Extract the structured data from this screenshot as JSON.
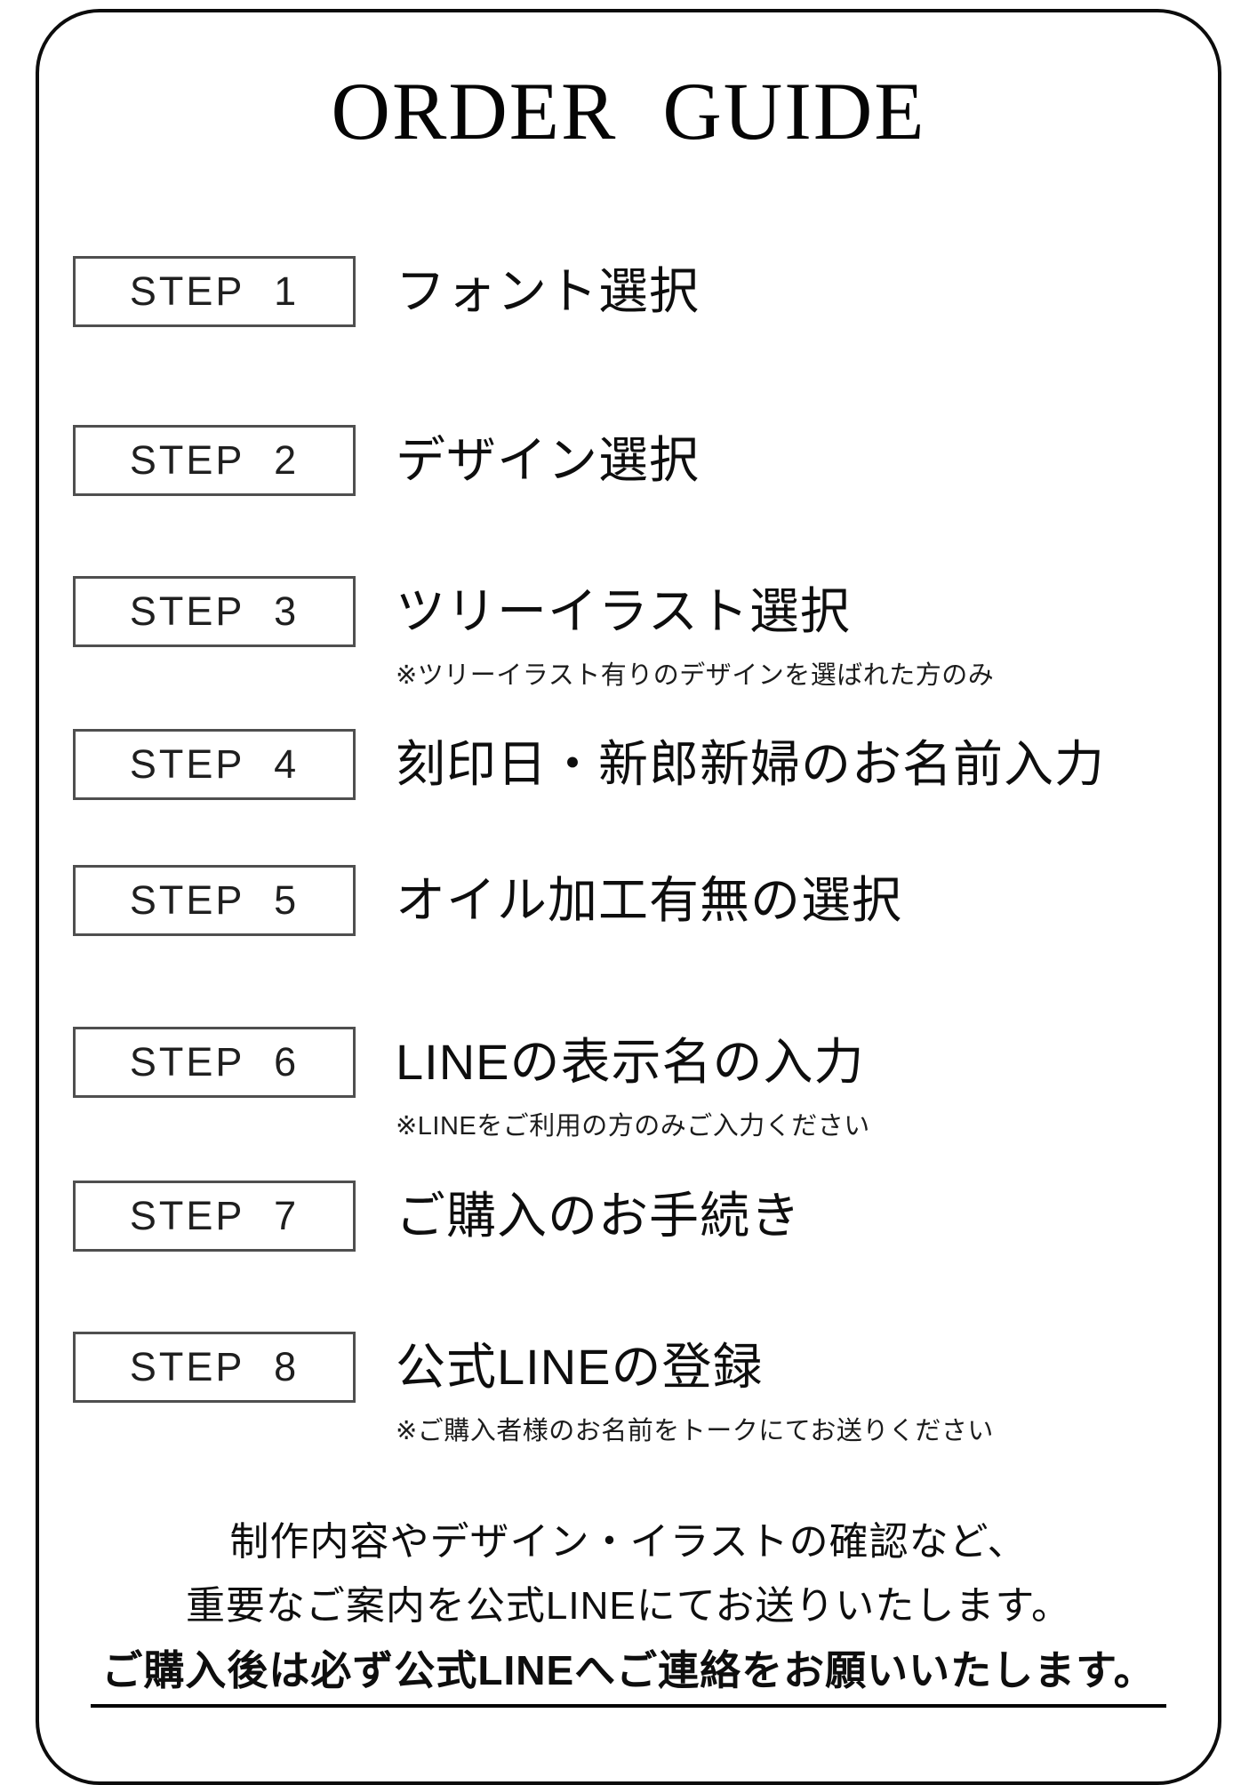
{
  "page": {
    "title": "ORDER GUIDE"
  },
  "steps": [
    {
      "label": "STEP 1",
      "description": "フォント選択"
    },
    {
      "label": "STEP 2",
      "description": "デザイン選択"
    },
    {
      "label": "STEP 3",
      "description": "ツリーイラスト選択",
      "note": "※ツリーイラスト有りのデザインを選ばれた方のみ"
    },
    {
      "label": "STEP 4",
      "description": "刻印日・新郎新婦のお名前入力"
    },
    {
      "label": "STEP 5",
      "description": "オイル加工有無の選択"
    },
    {
      "label": "STEP 6",
      "description": "LINEの表示名の入力",
      "note": "※LINEをご利用の方のみご入力ください"
    },
    {
      "label": "STEP 7",
      "description": "ご購入のお手続き"
    },
    {
      "label": "STEP 8",
      "description": "公式LINEの登録",
      "note": "※ご購入者様のお名前をトークにてお送りください"
    }
  ],
  "footer": {
    "line1": "制作内容やデザイン・イラストの確認など、",
    "line2": "重要なご案内を公式LINEにてお送りいたします。",
    "line3": "ご購入後は必ず公式LINEへご連絡をお願いいたします。"
  },
  "colors": {
    "page_border": "#0c0c0c",
    "step_box_border": "#4f4f4f",
    "text": "#0e0e0e"
  }
}
